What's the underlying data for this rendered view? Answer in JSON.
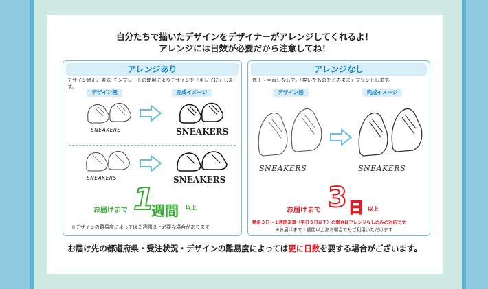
{
  "header": {
    "line1": "自分たちで描いたデザインをデザイナーがアレンジしてくれるよ！",
    "line2": "アレンジには日数が必要だから注意してね！"
  },
  "left_panel": {
    "title": "アレンジあり",
    "description": "デザイン修正、書体･テンプレートの使用によりデザインを「キレイに」します。",
    "tag_design": "デザイン画",
    "tag_result": "完成イメージ",
    "sneakers_label": "SNEAKERS",
    "delivery_prefix": "お届けまで",
    "delivery_number": "1",
    "delivery_unit": "週間",
    "delivery_suffix": "以上",
    "note": "※デザインの難易度によっては２週間以上必要な場合があります"
  },
  "right_panel": {
    "title": "アレンジなし",
    "description": "修正・手直しなしで、「描いたものをそのまま」プリントします。",
    "tag_design": "デザイン画",
    "tag_result": "完成イメージ",
    "sneakers_label": "SNEAKERS",
    "delivery_prefix": "お届けまで",
    "delivery_number": "3",
    "delivery_unit": "日",
    "delivery_suffix": "以上",
    "note_red": "特急３日～１週間未満（平日５日以下）の場合はアレンジなしのみの対応です",
    "note": "※お届けまで１週間以上ある場合でもご利用いただけます"
  },
  "footer": {
    "part1": "お届け先の都道府県・受注状況・デザインの難易度によっては",
    "highlight": "更に日数",
    "part2": "を要する場合がございます。"
  },
  "colors": {
    "accent_blue": "#1f86c6",
    "accent_green": "#3aa935",
    "accent_red": "#e01d25"
  }
}
